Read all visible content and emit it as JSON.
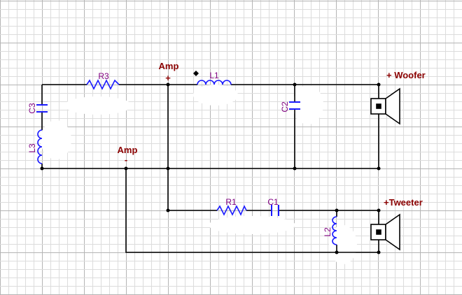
{
  "diagram": {
    "type": "speaker-crossover-schematic",
    "colors": {
      "background": "#ffffff",
      "grid_minor": "#dcdcdc",
      "grid_major": "#b4b4b4",
      "wire": "#000000",
      "component": "#1a1aff",
      "label": "#800080",
      "terminal_label": "#8b0000"
    },
    "components": {
      "R3": "R3",
      "L1": "L1",
      "C3": "C3",
      "L3": "L3",
      "C2": "C2",
      "R1": "R1",
      "C1": "C1",
      "L2": "L2"
    },
    "terminals": {
      "amp_pos": "Amp",
      "amp_pos_sign": "+",
      "amp_neg": "Amp",
      "amp_neg_sign": "-",
      "woofer": "+ Woofer",
      "tweeter": "+Tweeter"
    },
    "speakers": [
      {
        "name": "woofer",
        "icon": "speaker-icon"
      },
      {
        "name": "tweeter",
        "icon": "speaker-icon"
      }
    ]
  }
}
